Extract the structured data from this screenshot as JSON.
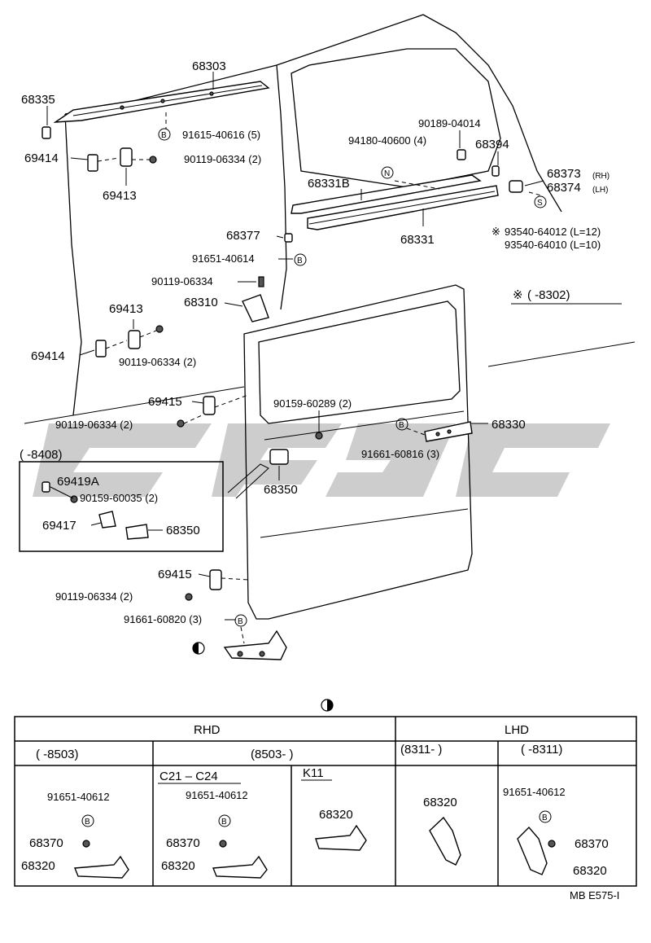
{
  "labels": {
    "p68303": "68303",
    "p68335": "68335",
    "p91615": "91615-40616 (5)",
    "p69414a": "69414",
    "p90119a": "90119-06334 (2)",
    "p69413a": "69413",
    "p90189": "90189-04014",
    "p94180": "94180-40600 (4)",
    "p68394": "68394",
    "p68331b": "68331B",
    "p68373": "68373",
    "p68373_side": "(RH)",
    "p68374": "68374",
    "p68374_side": "(LH)",
    "p68331": "68331",
    "p93540a": "93540-64012 (L=12)",
    "p93540b": "93540-64010 (L=10)",
    "p68377": "68377",
    "p91651a": "91651-40614",
    "p90119b": "90119-06334",
    "p68310": "68310",
    "note8302": "(          -8302)",
    "p69413b": "69413",
    "p69414b": "69414",
    "p90119c": "90119-06334 (2)",
    "p69415a": "69415",
    "p90159a": "90159-60289 (2)",
    "p90119d": "90119-06334 (2)",
    "p68330": "68330",
    "p91661a": "91661-60816 (3)",
    "inset_period": "(       -8408)",
    "p69419a": "69419A",
    "p90159b": "90159-60035 (2)",
    "p69417": "69417",
    "p68350a": "68350",
    "p68350b": "68350",
    "p69415b": "69415",
    "p90119e": "90119-06334 (2)",
    "p91661b": "91661-60820 (3)",
    "footer_code": "MB E575-I"
  },
  "symbols": {
    "B": "B",
    "N": "N",
    "S": "S",
    "asterisk": "※",
    "half_circle": "half-filled-circle-icon"
  },
  "table": {
    "rhd": "RHD",
    "lhd": "LHD",
    "col1_period": "(         -8503)",
    "col2_period": "(8503-         )",
    "col3_period": "(8311-         )",
    "col4_period": "(         -8311)",
    "sub_c21": "C21 – C24",
    "sub_k11": "K11",
    "c1_bolt": "91651-40612",
    "c1_68370": "68370",
    "c1_68320": "68320",
    "c2_bolt": "91651-40612",
    "c2_68370": "68370",
    "c2_68320": "68320",
    "c3_68320": "68320",
    "c4_68320": "68320",
    "c5_bolt": "91651-40612",
    "c5_68370": "68370",
    "c5_68320": "68320"
  }
}
